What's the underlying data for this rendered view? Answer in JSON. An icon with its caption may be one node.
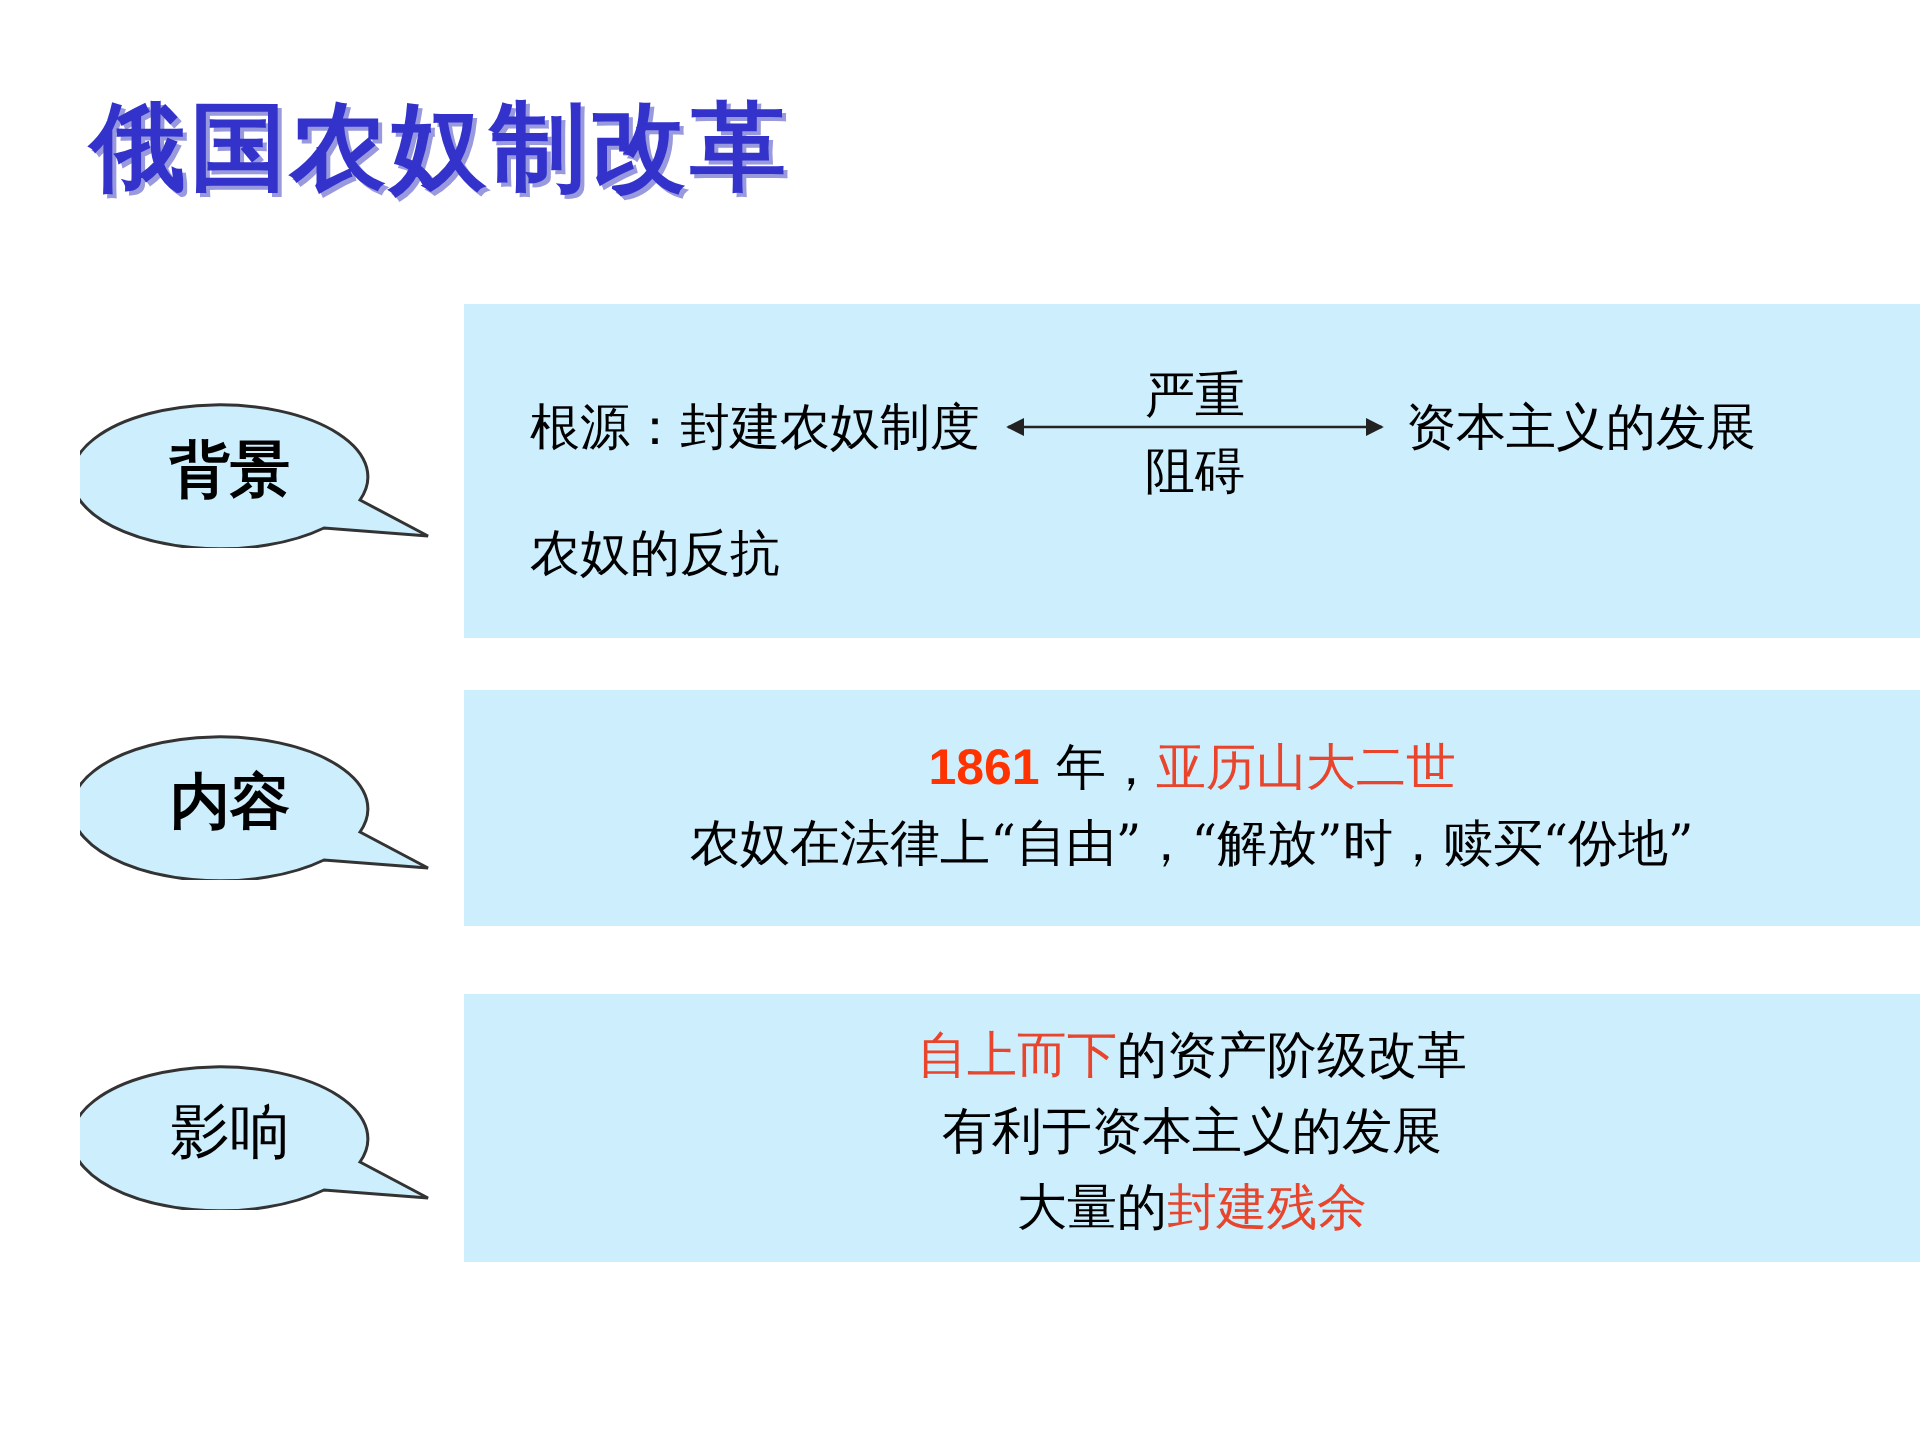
{
  "diagram": {
    "title": "俄国农奴制改革",
    "nodes": [
      {
        "text": [
          "背景"
        ]
      },
      {
        "text": [
          "农奴的反抗"
        ]
      },
      {
        "text": [
          "根源：封建农奴制度"
        ],
        "in": 1
      },
      {
        "text": [
          "资本主义的发展"
        ],
        "in": 1
      },
      {
        "text": [
          "内容"
        ]
      },
      {
        "text": [
          "**1861** 年，",
          "亚历山大二世",
          "农奴在法律上“自由”，“解放”时，赎买“份地”"
        ]
      },
      {
        "text": [
          "影响"
        ]
      },
      {
        "text": [
          "自上而下",
          "的资产阶级改革",
          "有利于资本主义的发展",
          "大量的",
          "封建残余"
        ]
      }
    ],
    "edges": [
      {
        "from": 2,
        "to": 3,
        "arrow": "both",
        "label": "严重阻碍"
      }
    ]
  }
}
